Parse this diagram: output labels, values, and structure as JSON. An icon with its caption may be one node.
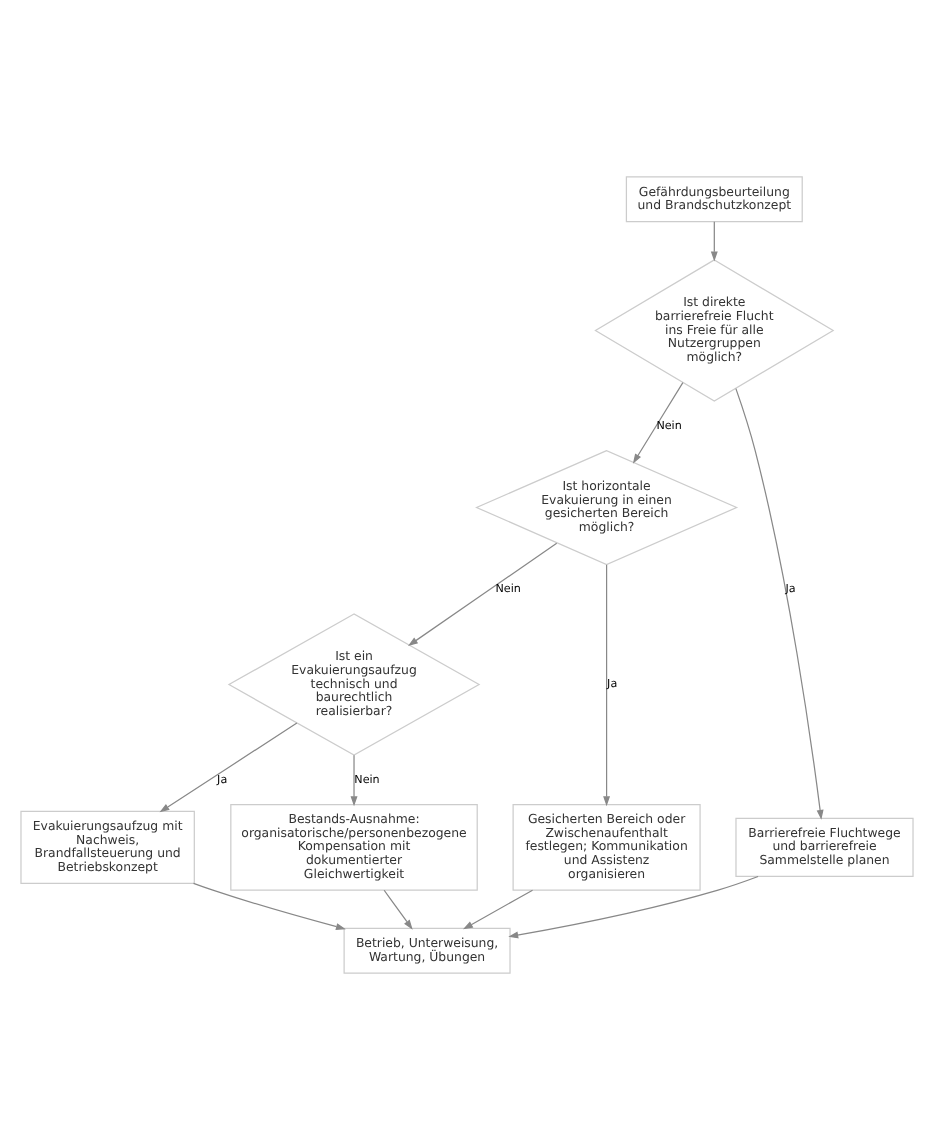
{
  "diagram": {
    "nodes": [
      {
        "text": [
          "Gefährdungsbeurteilung und Brandschutzkonzept"
        ]
      },
      {
        "text": [
          "Ist direkte barrierefreie Flucht ins Freie für alle Nutzergruppen möglich?"
        ]
      },
      {
        "text": [
          "Ist horizontale Evakuierung in einen gesicherten Bereich möglich?"
        ]
      },
      {
        "text": [
          "Ist ein Evakuierungsaufzug technisch und baurechtlich realisierbar?"
        ]
      },
      {
        "text": [
          "Barrierefreie Fluchtwege und barrierefreie Sammelstelle planen"
        ]
      },
      {
        "text": [
          "Gesicherten Bereich oder Zwischenaufenthalt festlegen; Kommunikation und Assistenz organisieren"
        ]
      },
      {
        "text": [
          "Evakuierungsaufzug mit Nachweis, Brandfallsteuerung und Betriebskonzept"
        ]
      },
      {
        "text": [
          "Bestands-Ausnahme: organisatorische/personenbezogene Kompensation mit dokumentierter Gleichwertigkeit"
        ]
      },
      {
        "text": [
          "Betrieb, Unterweisung, Wartung, Übungen"
        ]
      }
    ],
    "edges": [
      {
        "from": 0,
        "to": 1,
        "arrow": "to"
      },
      {
        "from": 1,
        "to": 4,
        "arrow": "to",
        "label": "Ja"
      },
      {
        "from": 1,
        "to": 2,
        "arrow": "to",
        "label": "Nein"
      },
      {
        "from": 2,
        "to": 5,
        "arrow": "to",
        "label": "Ja"
      },
      {
        "from": 2,
        "to": 3,
        "arrow": "to",
        "label": "Nein"
      },
      {
        "from": 3,
        "to": 6,
        "arrow": "to",
        "label": "Ja"
      },
      {
        "from": 3,
        "to": 7,
        "arrow": "to",
        "label": "Nein"
      },
      {
        "from": 4,
        "to": 8,
        "arrow": "to"
      },
      {
        "from": 5,
        "to": 8,
        "arrow": "to"
      },
      {
        "from": 6,
        "to": 8,
        "arrow": "to"
      },
      {
        "from": 7,
        "to": 8,
        "arrow": "to"
      }
    ]
  }
}
